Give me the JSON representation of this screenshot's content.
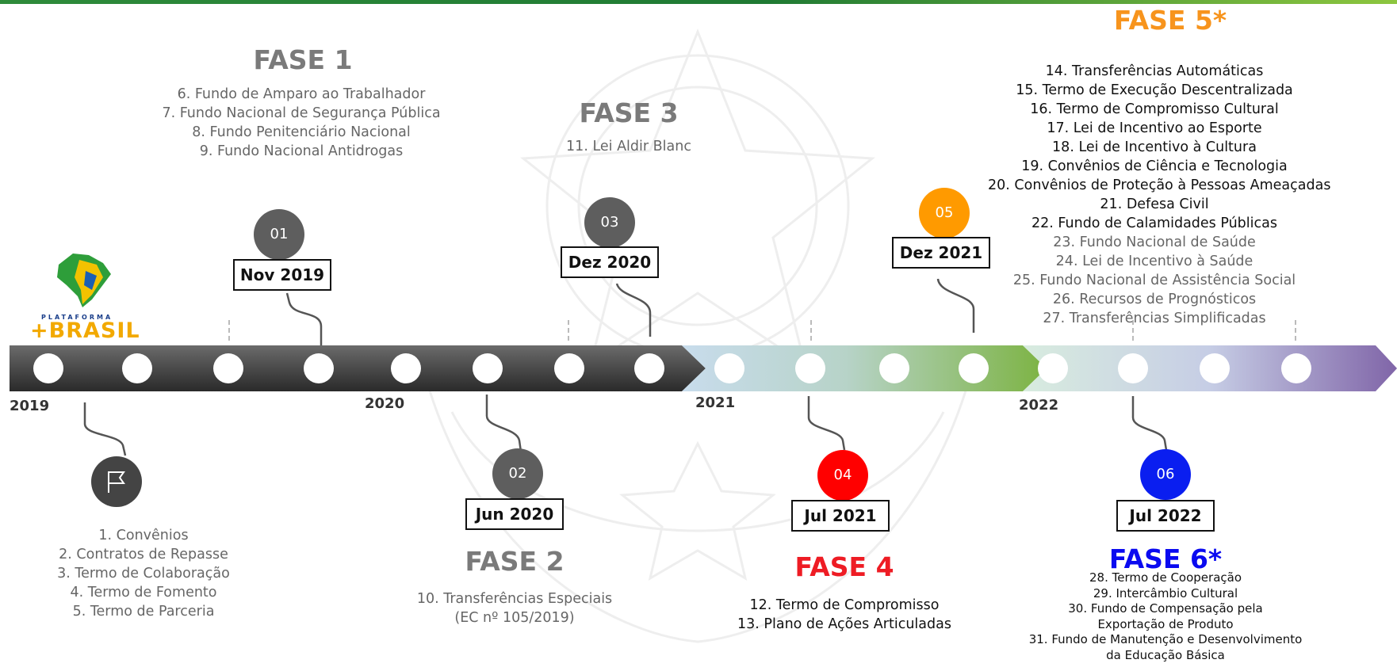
{
  "phases": {
    "fase1": {
      "title": "FASE 1",
      "items": [
        "6. Fundo de Amparo ao Trabalhador",
        "7. Fundo Nacional de Segurança Pública",
        "8. Fundo Penitenciário Nacional",
        "9. Fundo Nacional Antidrogas"
      ]
    },
    "fase2": {
      "title": "FASE 2",
      "items": [
        "10. Transferências Especiais",
        "(EC nº 105/2019)"
      ]
    },
    "fase3": {
      "title": "FASE 3",
      "items": [
        "11. Lei Aldir Blanc"
      ]
    },
    "fase4": {
      "title": "FASE 4",
      "items": [
        "12. Termo de Compromisso",
        "13. Plano de Ações Articuladas"
      ]
    },
    "fase5": {
      "title": "FASE 5*",
      "items_dark": [
        "14. Transferências Automáticas",
        "15. Termo de Execução Descentralizada",
        "16. Termo de Compromisso Cultural",
        "17. Lei de Incentivo ao Esporte",
        "18. Lei de Incentivo à Cultura",
        "19. Convênios de Ciência e Tecnologia",
        "20. Convênios de Proteção à Pessoas Ameaçadas",
        "21. Defesa Civil",
        "22. Fundo de Calamidades Públicas"
      ],
      "items_gray": [
        "23. Fundo Nacional de Saúde",
        "24. Lei de Incentivo à Saúde",
        "25. Fundo Nacional de Assistência Social",
        "26. Recursos de Prognósticos",
        "27. Transferências Simplificadas"
      ]
    },
    "fase6": {
      "title": "FASE 6*",
      "items": [
        "28. Termo de Cooperação",
        "29. Intercâmbio Cultural",
        "30. Fundo de Compensação pela",
        "Exportação de Produto",
        "31. Fundo de Manutenção e Desenvolvimento",
        "da Educação Básica"
      ]
    },
    "start": {
      "items": [
        "1. Convênios",
        "2. Contratos de Repasse",
        "3. Termo de Colaboração",
        "4. Termo de Fomento",
        "5. Termo de Parceria"
      ]
    }
  },
  "milestones": [
    {
      "number": "01",
      "date": "Nov 2019"
    },
    {
      "number": "02",
      "date": "Jun 2020"
    },
    {
      "number": "03",
      "date": "Dez 2020"
    },
    {
      "number": "04",
      "date": "Jul 2021"
    },
    {
      "number": "05",
      "date": "Dez 2021"
    },
    {
      "number": "06",
      "date": "Jul 2022"
    }
  ],
  "years": [
    "2019",
    "2020",
    "2021",
    "2022"
  ],
  "logo": {
    "sub": "PLATAFORMA",
    "main": "+BRASIL"
  },
  "icons": {
    "start": "flag-icon"
  },
  "colors": {
    "gray_phase": "#7a7a7a",
    "fase4": "#ee1c24",
    "fase5": "#f7941d",
    "fase6": "#0a0af0",
    "circle_gray": "#5e5e5e",
    "circle_red": "#ff0000",
    "circle_orange": "#ff9a00",
    "circle_blue": "#0a1ef0"
  }
}
